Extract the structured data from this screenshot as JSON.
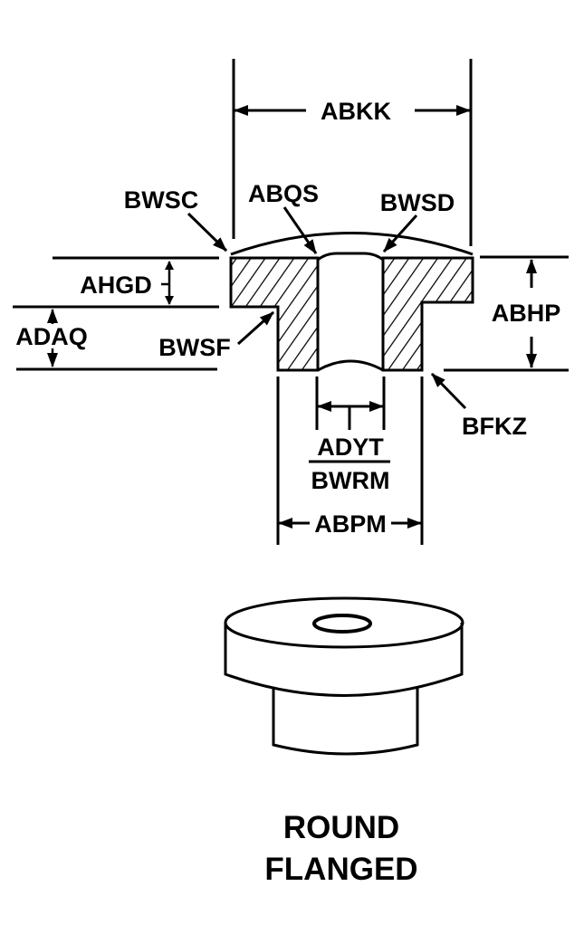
{
  "diagram": {
    "type": "engineering-section-drawing",
    "subject": "round flanged grommet/bushing",
    "colors": {
      "ink": "#000000",
      "background": "#ffffff"
    },
    "dimensions": {
      "overall_flange_diameter": "ABKK",
      "overall_height": "ABHP",
      "flange_thickness": "AHGD",
      "shank_length": "ADAQ",
      "shank_outside_diameter": "ABPM",
      "inside_diameter_top": "ADYT",
      "inside_diameter_bottom": "BWRM"
    },
    "callouts": {
      "top_left_edge": "BWSC",
      "bore_top": "ABQS",
      "top_right_surface": "BWSD",
      "flange_shank_fillet": "BWSF",
      "shank_bottom_edge": "BFKZ"
    },
    "title_lines": [
      "ROUND",
      "FLANGED"
    ]
  }
}
